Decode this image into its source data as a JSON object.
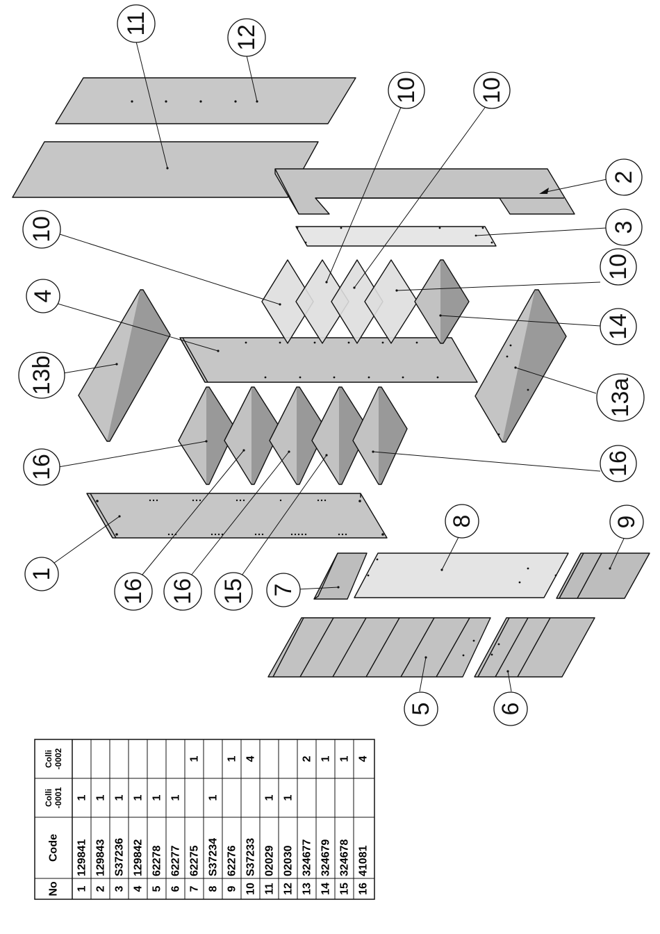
{
  "callouts": {
    "c1": "1",
    "c2": "2",
    "c3": "3",
    "c4": "4",
    "c5": "5",
    "c6": "6",
    "c7": "7",
    "c8": "8",
    "c9": "9",
    "c10a": "10",
    "c10b": "10",
    "c10c": "10",
    "c10d": "10",
    "c11": "11",
    "c12": "12",
    "c13a": "13a",
    "c13b": "13b",
    "c14": "14",
    "c15": "15",
    "c16a": "16",
    "c16b": "16",
    "c16c": "16",
    "c16d": "16"
  },
  "parts_table": {
    "headers": {
      "no": "No",
      "code": "Code",
      "colli1_a": "Colli",
      "colli1_b": "-0001",
      "colli2_a": "Colli",
      "colli2_b": "-0002"
    },
    "rows": [
      {
        "no": "1",
        "code": "129841",
        "c1": "1",
        "c2": ""
      },
      {
        "no": "2",
        "code": "129843",
        "c1": "1",
        "c2": ""
      },
      {
        "no": "3",
        "code": "S37236",
        "c1": "1",
        "c2": ""
      },
      {
        "no": "4",
        "code": "129842",
        "c1": "1",
        "c2": ""
      },
      {
        "no": "5",
        "code": "62278",
        "c1": "1",
        "c2": ""
      },
      {
        "no": "6",
        "code": "62277",
        "c1": "1",
        "c2": ""
      },
      {
        "no": "7",
        "code": "62275",
        "c1": "",
        "c2": "1"
      },
      {
        "no": "8",
        "code": "S37234",
        "c1": "1",
        "c2": ""
      },
      {
        "no": "9",
        "code": "62276",
        "c1": "",
        "c2": "1"
      },
      {
        "no": "10",
        "code": "S37233",
        "c1": "",
        "c2": "4"
      },
      {
        "no": "11",
        "code": "02029",
        "c1": "1",
        "c2": ""
      },
      {
        "no": "12",
        "code": "02030",
        "c1": "1",
        "c2": ""
      },
      {
        "no": "13",
        "code": "324677",
        "c1": "",
        "c2": "2"
      },
      {
        "no": "14",
        "code": "324679",
        "c1": "",
        "c2": "1"
      },
      {
        "no": "15",
        "code": "324678",
        "c1": "",
        "c2": "1"
      },
      {
        "no": "16",
        "code": "41081",
        "c1": "",
        "c2": "4"
      }
    ]
  }
}
